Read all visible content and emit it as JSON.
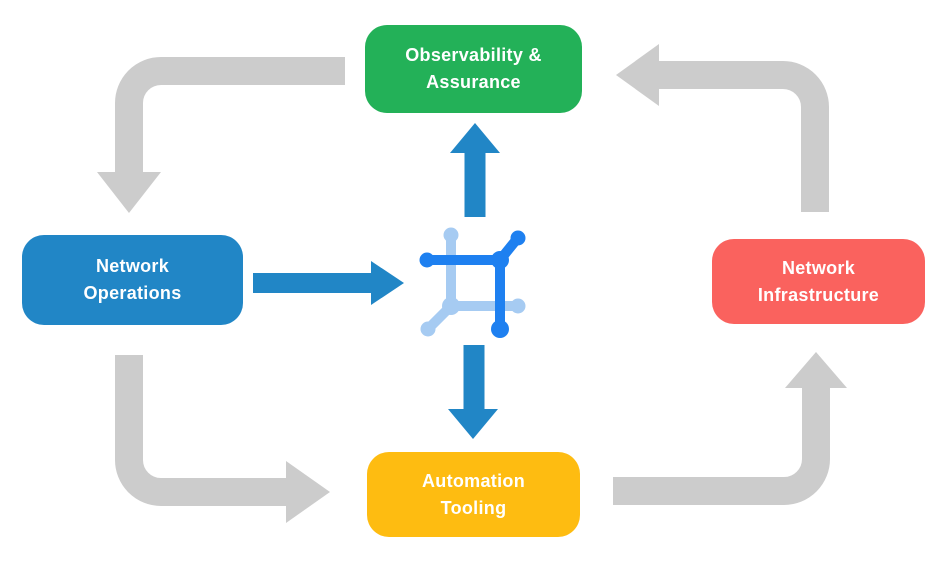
{
  "diagram": {
    "nodes": {
      "observability": {
        "line1": "Observability &",
        "line2": "Assurance",
        "color": "#23B158"
      },
      "operations": {
        "line1": "Network",
        "line2": "Operations",
        "color": "#2186C6"
      },
      "infrastructure": {
        "line1": "Network",
        "line2": "Infrastructure",
        "color": "#FA625E"
      },
      "automation": {
        "line1": "Automation",
        "line2": "Tooling",
        "color": "#FEBC11"
      }
    },
    "colors": {
      "arrow_gray": "#CCCCCC",
      "arrow_blue": "#2186C6",
      "icon_dark_blue": "#1E80F0",
      "icon_light_blue": "#A6CBF2",
      "text": "#FFFFFF",
      "background": "#FFFFFF"
    },
    "center_icon": "network-mesh-icon"
  }
}
